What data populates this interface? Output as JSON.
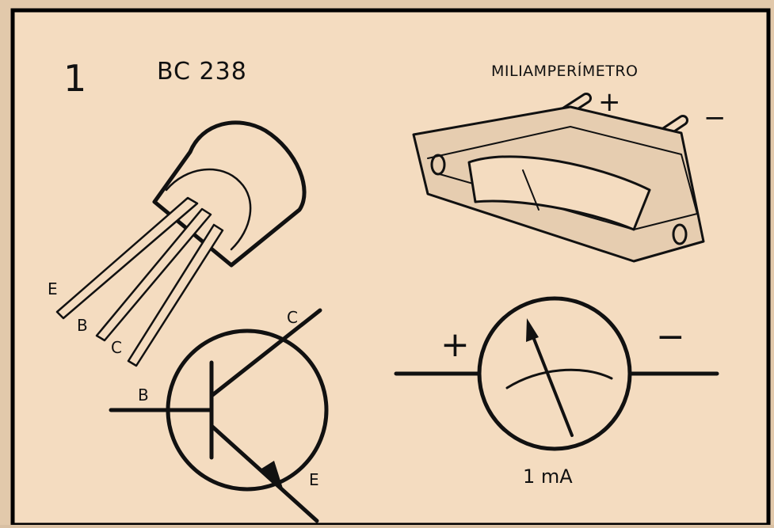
{
  "figure": {
    "number": "1",
    "transistor_model": "BC 238",
    "meter_title": "MILIAMPERÍMETRO",
    "leads": {
      "e": "E",
      "b": "B",
      "c": "C"
    },
    "meter_polarity": {
      "plus": "+",
      "minus": "−"
    },
    "symbol_labels": {
      "c": "C",
      "b": "B",
      "e": "E"
    },
    "meter_symbol": {
      "plus": "+",
      "minus": "−",
      "range": "1 mA"
    }
  },
  "colors": {
    "paper": "#f4dcc0",
    "ink": "#111111",
    "border": "#000000"
  }
}
